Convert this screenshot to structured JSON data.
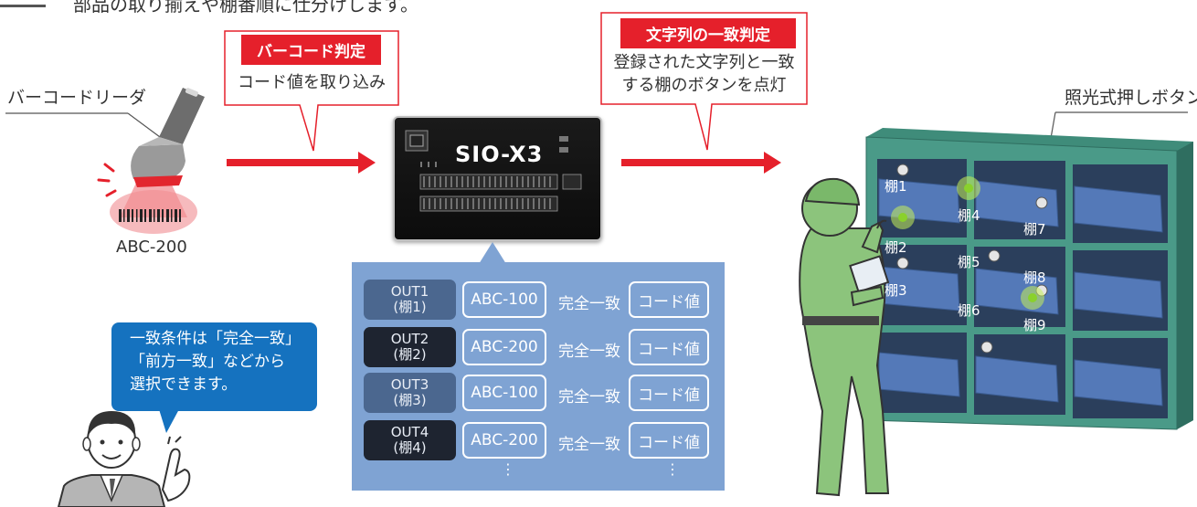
{
  "top_line": "部品の取り揃えや棚番順に仕分けします。",
  "reader": {
    "label": "バーコードリーダ",
    "code": "ABC-200"
  },
  "step1": {
    "tag": "バーコード判定",
    "text": "コード値を取り込み"
  },
  "step2": {
    "tag": "文字列の一致判定",
    "line1": "登録された文字列と一致",
    "line2": "する棚のボタンを点灯"
  },
  "device": {
    "name": "SIO-X3"
  },
  "buttons_label": "照光式押しボタン",
  "table": {
    "rows": [
      {
        "out": "OUT1",
        "shelf": "(棚1)",
        "value": "ABC-100",
        "match": "完全一致",
        "code": "コード値"
      },
      {
        "out": "OUT2",
        "shelf": "(棚2)",
        "value": "ABC-200",
        "match": "完全一致",
        "code": "コード値"
      },
      {
        "out": "OUT3",
        "shelf": "(棚3)",
        "value": "ABC-100",
        "match": "完全一致",
        "code": "コード値"
      },
      {
        "out": "OUT4",
        "shelf": "(棚4)",
        "value": "ABC-200",
        "match": "完全一致",
        "code": "コード値"
      }
    ],
    "more": "⋮"
  },
  "bubble": {
    "line1": "一致条件は「完全一致」",
    "line2": "「前方一致」などから",
    "line3": "選択できます。"
  },
  "shelves": [
    "棚1",
    "棚2",
    "棚3",
    "棚4",
    "棚5",
    "棚6",
    "棚7",
    "棚8",
    "棚9"
  ],
  "lit_shelves": [
    "棚2",
    "棚4",
    "棚9"
  ],
  "colors": {
    "red": "#e5202b",
    "blue": "#1572bf",
    "panel": "#7fa3d3",
    "shelf_frame": "#4a9a88",
    "drawer": "#5479b8",
    "worker": "#8cc47c"
  }
}
